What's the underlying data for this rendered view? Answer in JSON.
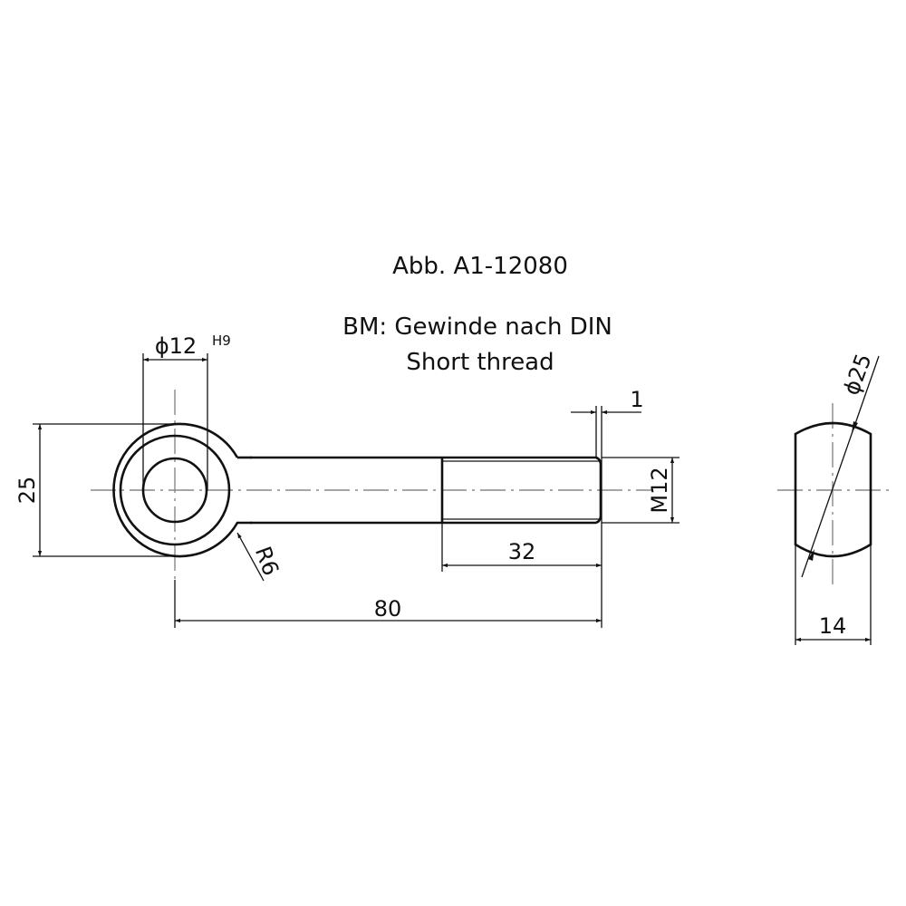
{
  "title": "Abb. A1-12080",
  "note_line1": "BM: Gewinde nach DIN",
  "note_line2": "Short thread",
  "dimensions": {
    "bore": "ϕ12",
    "bore_tolerance": "H9",
    "eye_height": "25",
    "radius": "R6",
    "thread_length": "32",
    "total_length": "80",
    "chamfer": "1",
    "thread": "M12",
    "eye_diameter": "ϕ25",
    "eye_width": "14"
  }
}
